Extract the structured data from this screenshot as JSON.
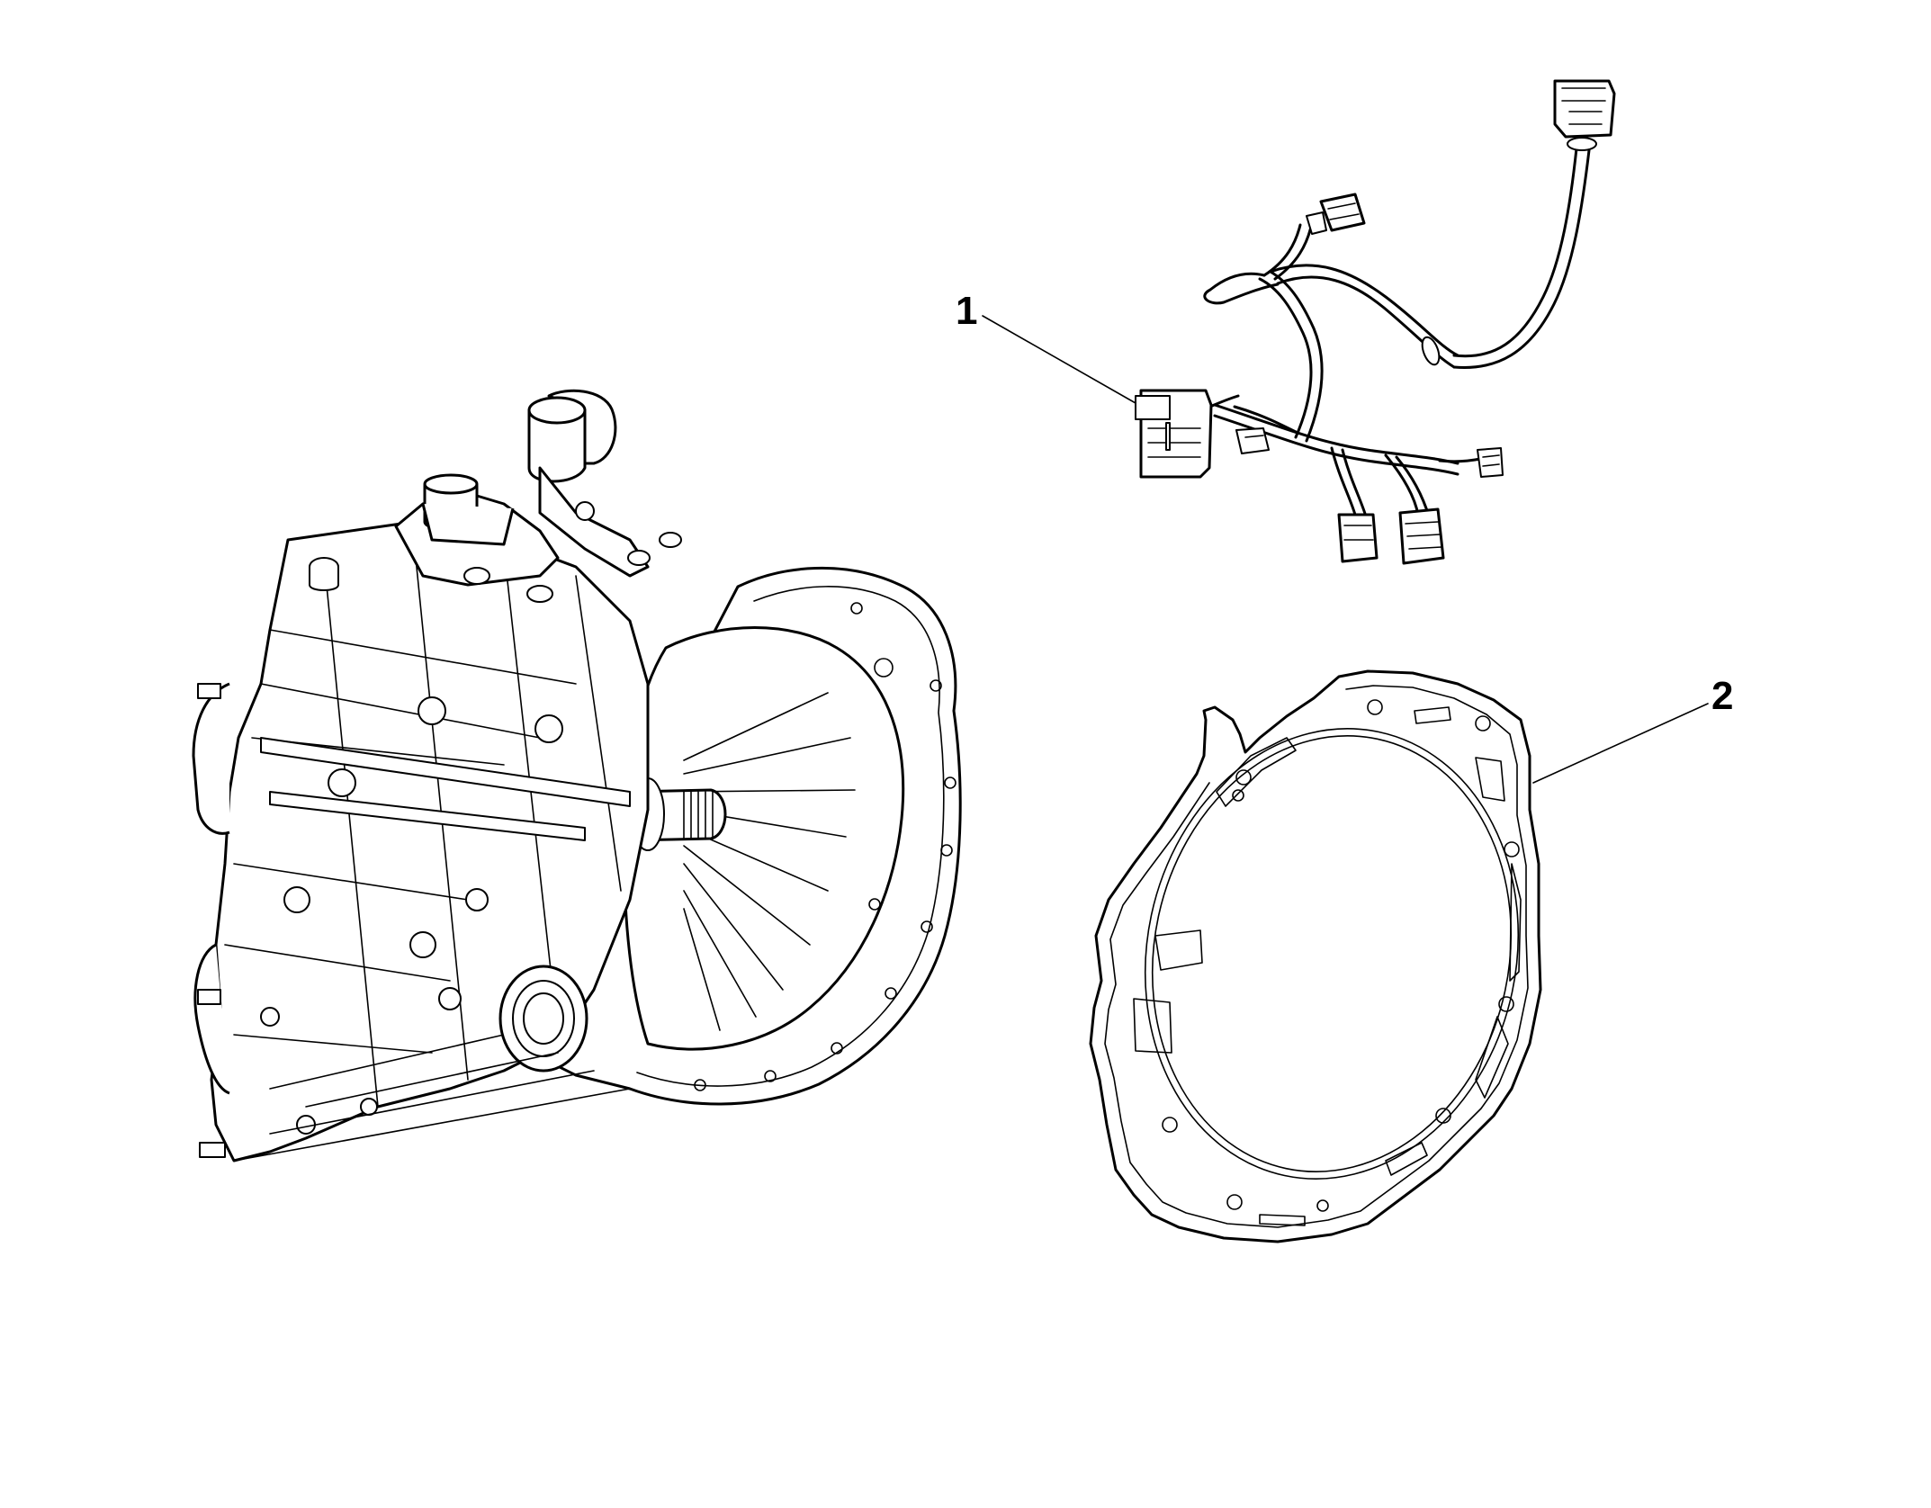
{
  "callouts": [
    {
      "id": "1",
      "label": "1"
    },
    {
      "id": "2",
      "label": "2"
    }
  ],
  "parts": {
    "transmission": {
      "icon": "transmission-assembly-icon"
    },
    "harness": {
      "icon": "wiring-harness-icon"
    },
    "gasket": {
      "icon": "bellhousing-gasket-icon"
    }
  },
  "colors": {
    "line": "#000000",
    "background": "#ffffff"
  }
}
